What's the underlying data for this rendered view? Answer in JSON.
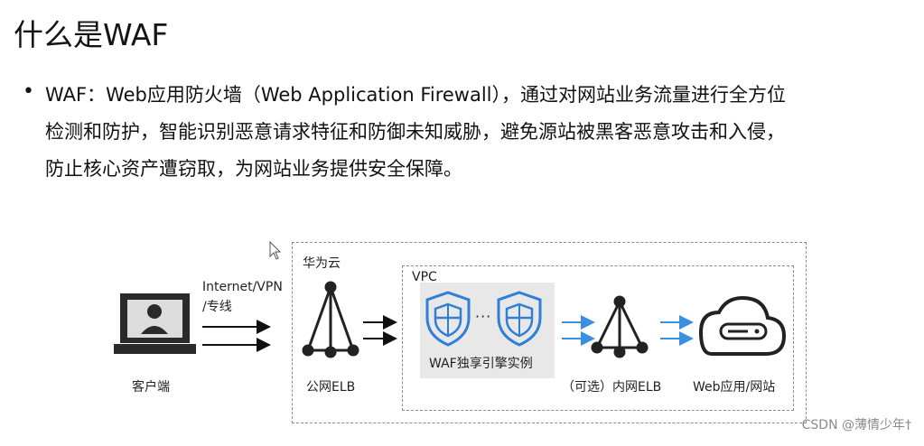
{
  "slide": {
    "title": "什么是WAF",
    "bullet": "•",
    "paragraph_lines": [
      "WAF：Web应用防火墙（Web Application Firewall），通过对网站业务流量进行全方位",
      "检测和防护，智能识别恶意请求特征和防御未知威胁，避免源站被黑客恶意攻击和入侵，",
      "防止核心资产遭窃取，为网站业务提供安全保障。"
    ]
  },
  "diagram": {
    "client_label": "客户端",
    "connection_label_line1": "Internet/VPN",
    "connection_label_line2": "/专线",
    "cloud_zone_label": "华为云",
    "vpc_label": "VPC",
    "public_elb_label": "公网ELB",
    "waf_dots": "···",
    "waf_label": "WAF独享引擎实例",
    "internal_elb_label": "（可选）内网ELB",
    "web_label": "Web应用/网站"
  },
  "watermark": "CSDN @薄情少年†",
  "colors": {
    "arrow_black": "#111111",
    "arrow_blue": "#3b8fe0",
    "shield_blue": "#2f7fd6",
    "panel_gray": "#e8e8e8"
  },
  "icons": {
    "client": "laptop-user-icon",
    "public_elb": "load-balancer-icon",
    "waf": "shield-icon",
    "internal_elb": "load-balancer-icon",
    "web": "cloud-server-icon",
    "cursor": "mouse-cursor-icon"
  }
}
